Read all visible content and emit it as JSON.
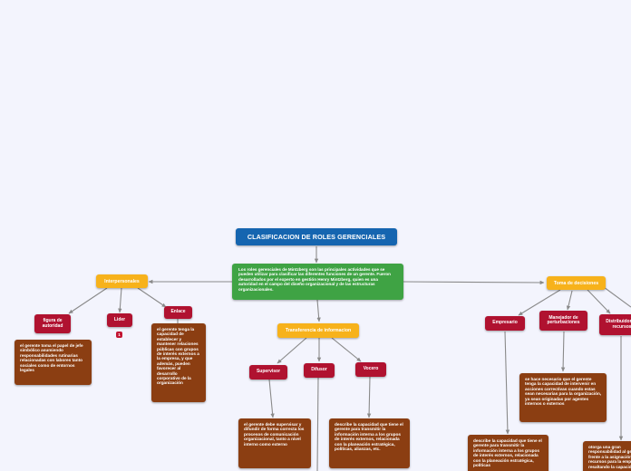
{
  "title": "CLASIFICACION DE ROLES GERENCIALES",
  "description": "Los roles gerenciales de Mintzberg son las principales actividades que se pueden utilizar para clasificar las diferentes funciones de un gerente. Fueron desarrollados por el experto en gestión Henry Mintzberg, quien es una autoridad en el campo del diseño organizacional y de las estructuras organizacionales.",
  "categories": {
    "interpersonales": "Interpersonales",
    "informacion": "Transferencia de informacion",
    "decisiones": "Toma de decisiones"
  },
  "roles": {
    "figura": "figura de autoridad",
    "lider": "Lider",
    "enlace": "Enlace",
    "supervisor": "Supervisor",
    "difusor": "Difusor",
    "vocero": "Vocero",
    "empresario": "Empresario",
    "manejador": "Manejador de perturbaciones",
    "distribuidor": "Distribuidor de recursos"
  },
  "badges": {
    "lider_count": "1"
  },
  "details": {
    "figura": "el gerente toma el papel de jefe simbólico asumiendo responsabilidades rutinarias relacionadas con labores tanto sociales como de entornos legales",
    "enlace": "el gerente tenga la capacidad de establecer y mantener relaciones públicas con grupos de interés externos a la empresa, y que además, pueden favorecer al desarrollo corporativo de la organización",
    "supervisor": "el gerente debe supervisar y difundir de forma correcta los procesos de comunicación organizacional, tanto a nivel interno como externo",
    "vocero": "describe la capacidad que tiene el gerente para transmitir la información interna a los grupos de interés externos, relacionada con la planeación estratégica, políticas, alianzas, etc.",
    "manejador": "se hace necesario que el gerente tenga la capacidad de intervenir en acciones correctivas cuando estas sean necesarias para la organización, ya sean originadas por agentes internos o externos",
    "empresario": "describe la capacidad que tiene el gerente para transmitir la información interna a los grupos de interés externos, relacionada con la planeación estratégica, políticas",
    "distribuidor": "otorga una gran responsabilidad al gerente frente a la asignación de recursos para la empresa, resaltando la capacidad"
  },
  "colors": {
    "background": "#f3f4fd",
    "title": "#1565b0",
    "description": "#3fa344",
    "category": "#f7b21b",
    "role": "#b01230",
    "detail": "#8b3e12",
    "connector": "#8a8a8a"
  }
}
